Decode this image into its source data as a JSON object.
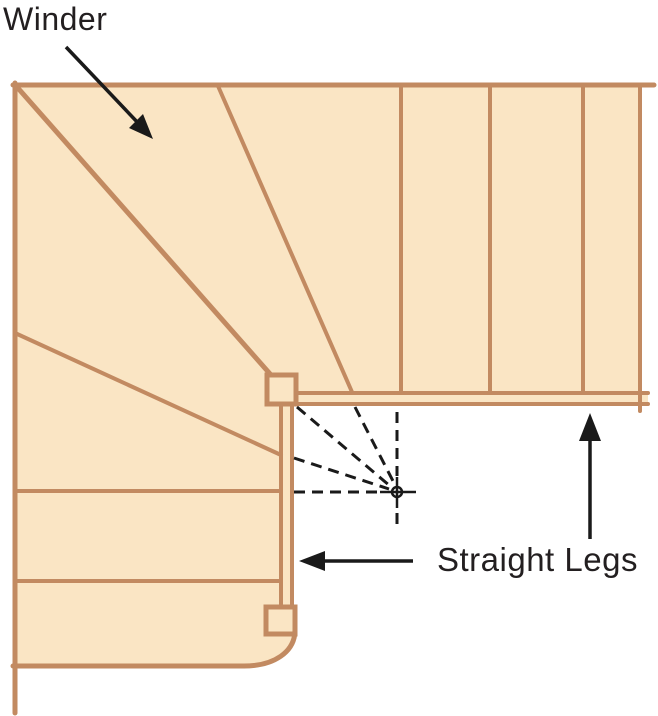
{
  "diagram": {
    "type": "staircase-plan",
    "labels": {
      "winder": "Winder",
      "straight_legs": "Straight Legs"
    },
    "colors": {
      "tread_fill": "#FAE5C4",
      "wood_outline": "#C28A61",
      "annotation": "#231F20",
      "background": "#FFFFFF"
    }
  }
}
